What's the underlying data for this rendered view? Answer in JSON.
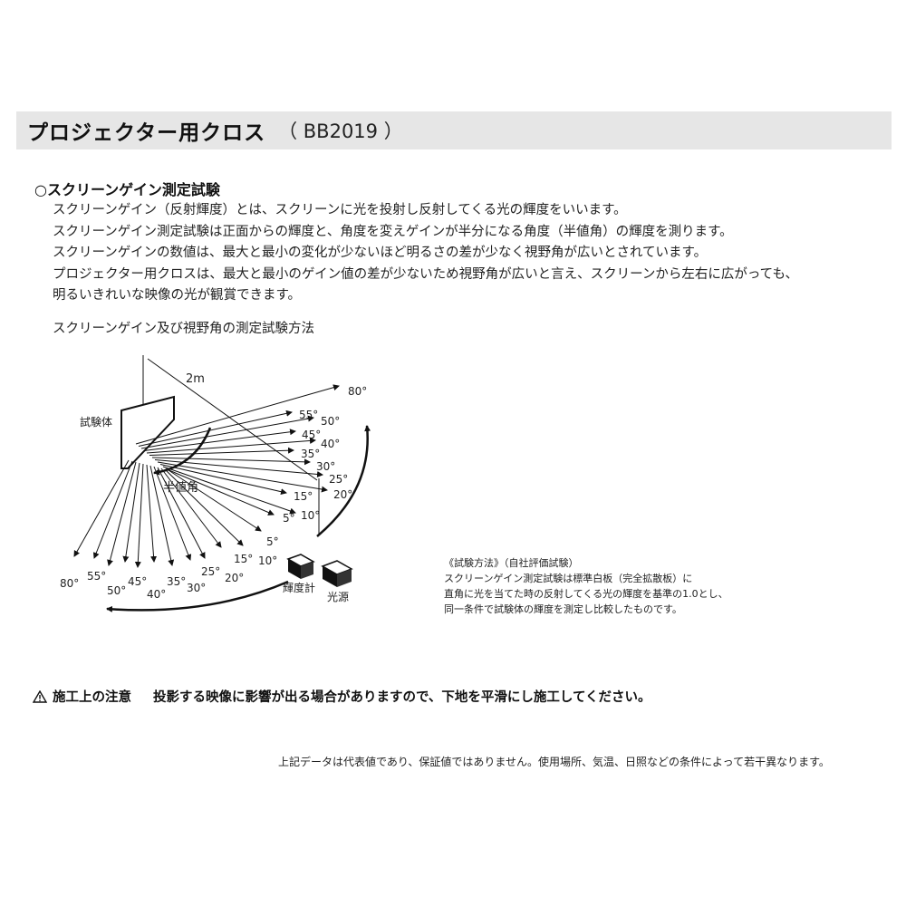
{
  "header": {
    "title": "プロジェクター用クロス",
    "code": "（ BB2019 ）"
  },
  "section": {
    "heading": "○スクリーンゲイン測定試験",
    "paragraphs": [
      "スクリーンゲイン（反射輝度）とは、スクリーンに光を投射し反射してくる光の輝度をいいます。",
      "スクリーンゲイン測定試験は正面からの輝度と、角度を変えゲインが半分になる角度（半値角）の輝度を測ります。",
      "スクリーンゲインの数値は、最大と最小の変化が少ないほど明るさの差が少なく視野角が広いとされています。",
      "プロジェクター用クロスは、最大と最小のゲイン値の差が少ないため視野角が広いと言え、スクリーンから左右に広がっても、",
      "明るいきれいな映像の光が観賞できます。"
    ]
  },
  "diagram": {
    "caption": "スクリーンゲイン及び視野角の測定試験方法",
    "distance_label": "2m",
    "specimen_label": "試験体",
    "half_angle_label": "半値角",
    "meter_label": "輝度計",
    "light_label": "光源",
    "angle_labels_right": [
      "80°",
      "55°",
      "50°",
      "45°",
      "40°",
      "35°",
      "30°",
      "25°",
      "20°",
      "15°",
      "10°",
      "5°"
    ],
    "angle_labels_bottom": [
      "80°",
      "55°",
      "50°",
      "45°",
      "40°",
      "35°",
      "30°",
      "25°",
      "20°",
      "15°",
      "10°",
      "5°"
    ]
  },
  "method": {
    "lines": [
      "《試験方法》（自社評価試験）",
      "スクリーンゲイン測定試験は標準白板（完全拡散板）に",
      "直角に光を当てた時の反射してくる光の輝度を基準の1.0とし、",
      "同一条件で試験体の輝度を測定し比較したものです。"
    ]
  },
  "caution": {
    "icon": "warning-triangle-icon",
    "label": "施工上の注意",
    "text": "投影する映像に影響が出る場合がありますので、下地を平滑にし施工してください。"
  },
  "footnote": "上記データは代表値であり、保証値ではありません。使用場所、気温、日照などの条件によって若干異なります。"
}
